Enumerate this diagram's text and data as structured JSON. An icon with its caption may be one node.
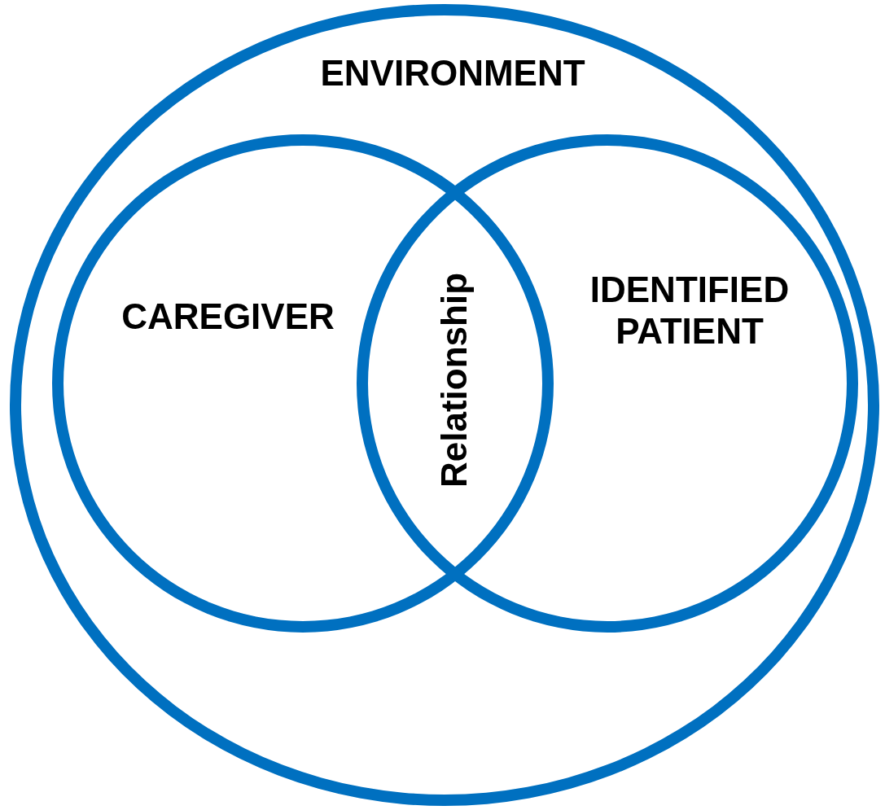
{
  "diagram": {
    "nodes": [
      {
        "text": [
          "ENVIRONMENT"
        ]
      },
      {
        "text": [
          "CAREGIVER"
        ],
        "in": 0
      },
      {
        "text": [
          "IDENTIFIED PATIENT"
        ],
        "in": 0
      }
    ],
    "labels": [
      "Relationship"
    ]
  }
}
